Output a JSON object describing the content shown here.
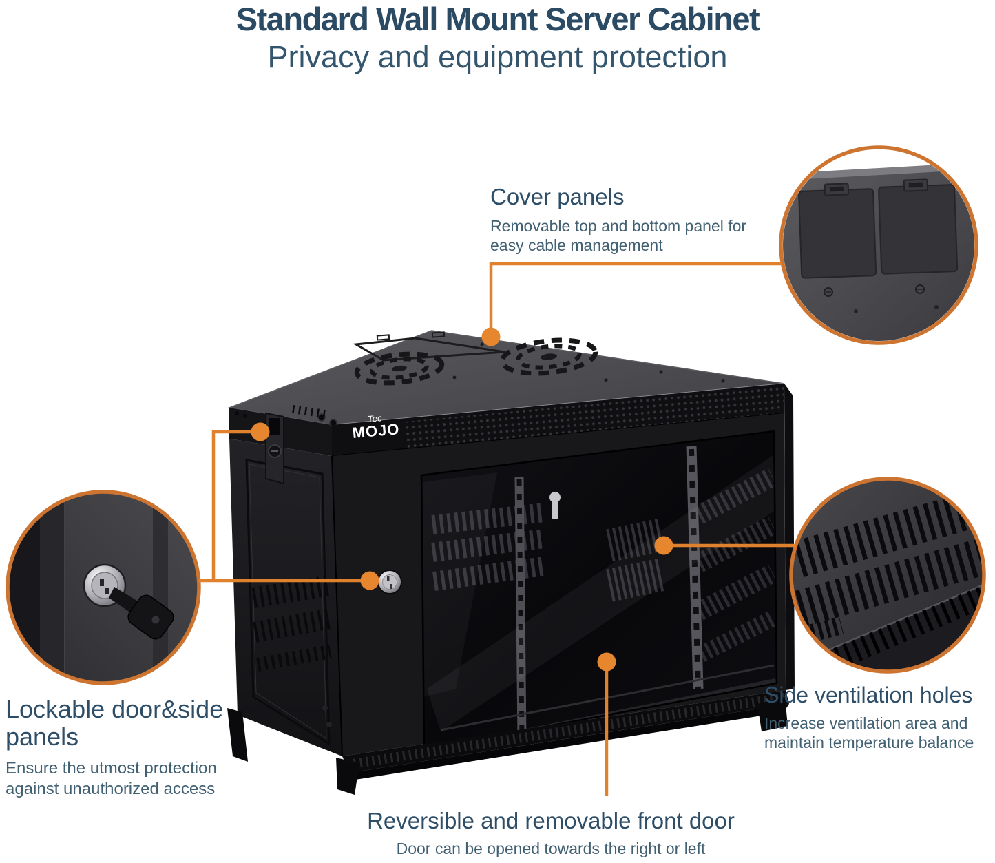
{
  "title": {
    "main": "Standard Wall Mount Server Cabinet",
    "subtitle": "Privacy and equipment protection"
  },
  "brand": {
    "script": "Tec",
    "name": "MOJO"
  },
  "callouts": {
    "cover_panels": {
      "heading": "Cover panels",
      "body_line1": "Removable top and bottom panel for",
      "body_line2": "easy cable management"
    },
    "lockable_door": {
      "heading": "Lockable door&side panels",
      "body_line1": "Ensure the utmost protection",
      "body_line2": "against unauthorized access"
    },
    "side_ventilation": {
      "heading": "Side ventilation holes",
      "body_line1": "Increase ventilation area and",
      "body_line2": "maintain temperature balance"
    },
    "front_door": {
      "heading": "Reversible and removable front door",
      "body_line1": "Door can be opened towards the right or left"
    }
  },
  "colors": {
    "accent": "#e0812e",
    "ring": "#cd7430",
    "dot": "#e6862f",
    "heading": "#2e4e67",
    "body": "#416072",
    "title": "#2b4a64"
  }
}
